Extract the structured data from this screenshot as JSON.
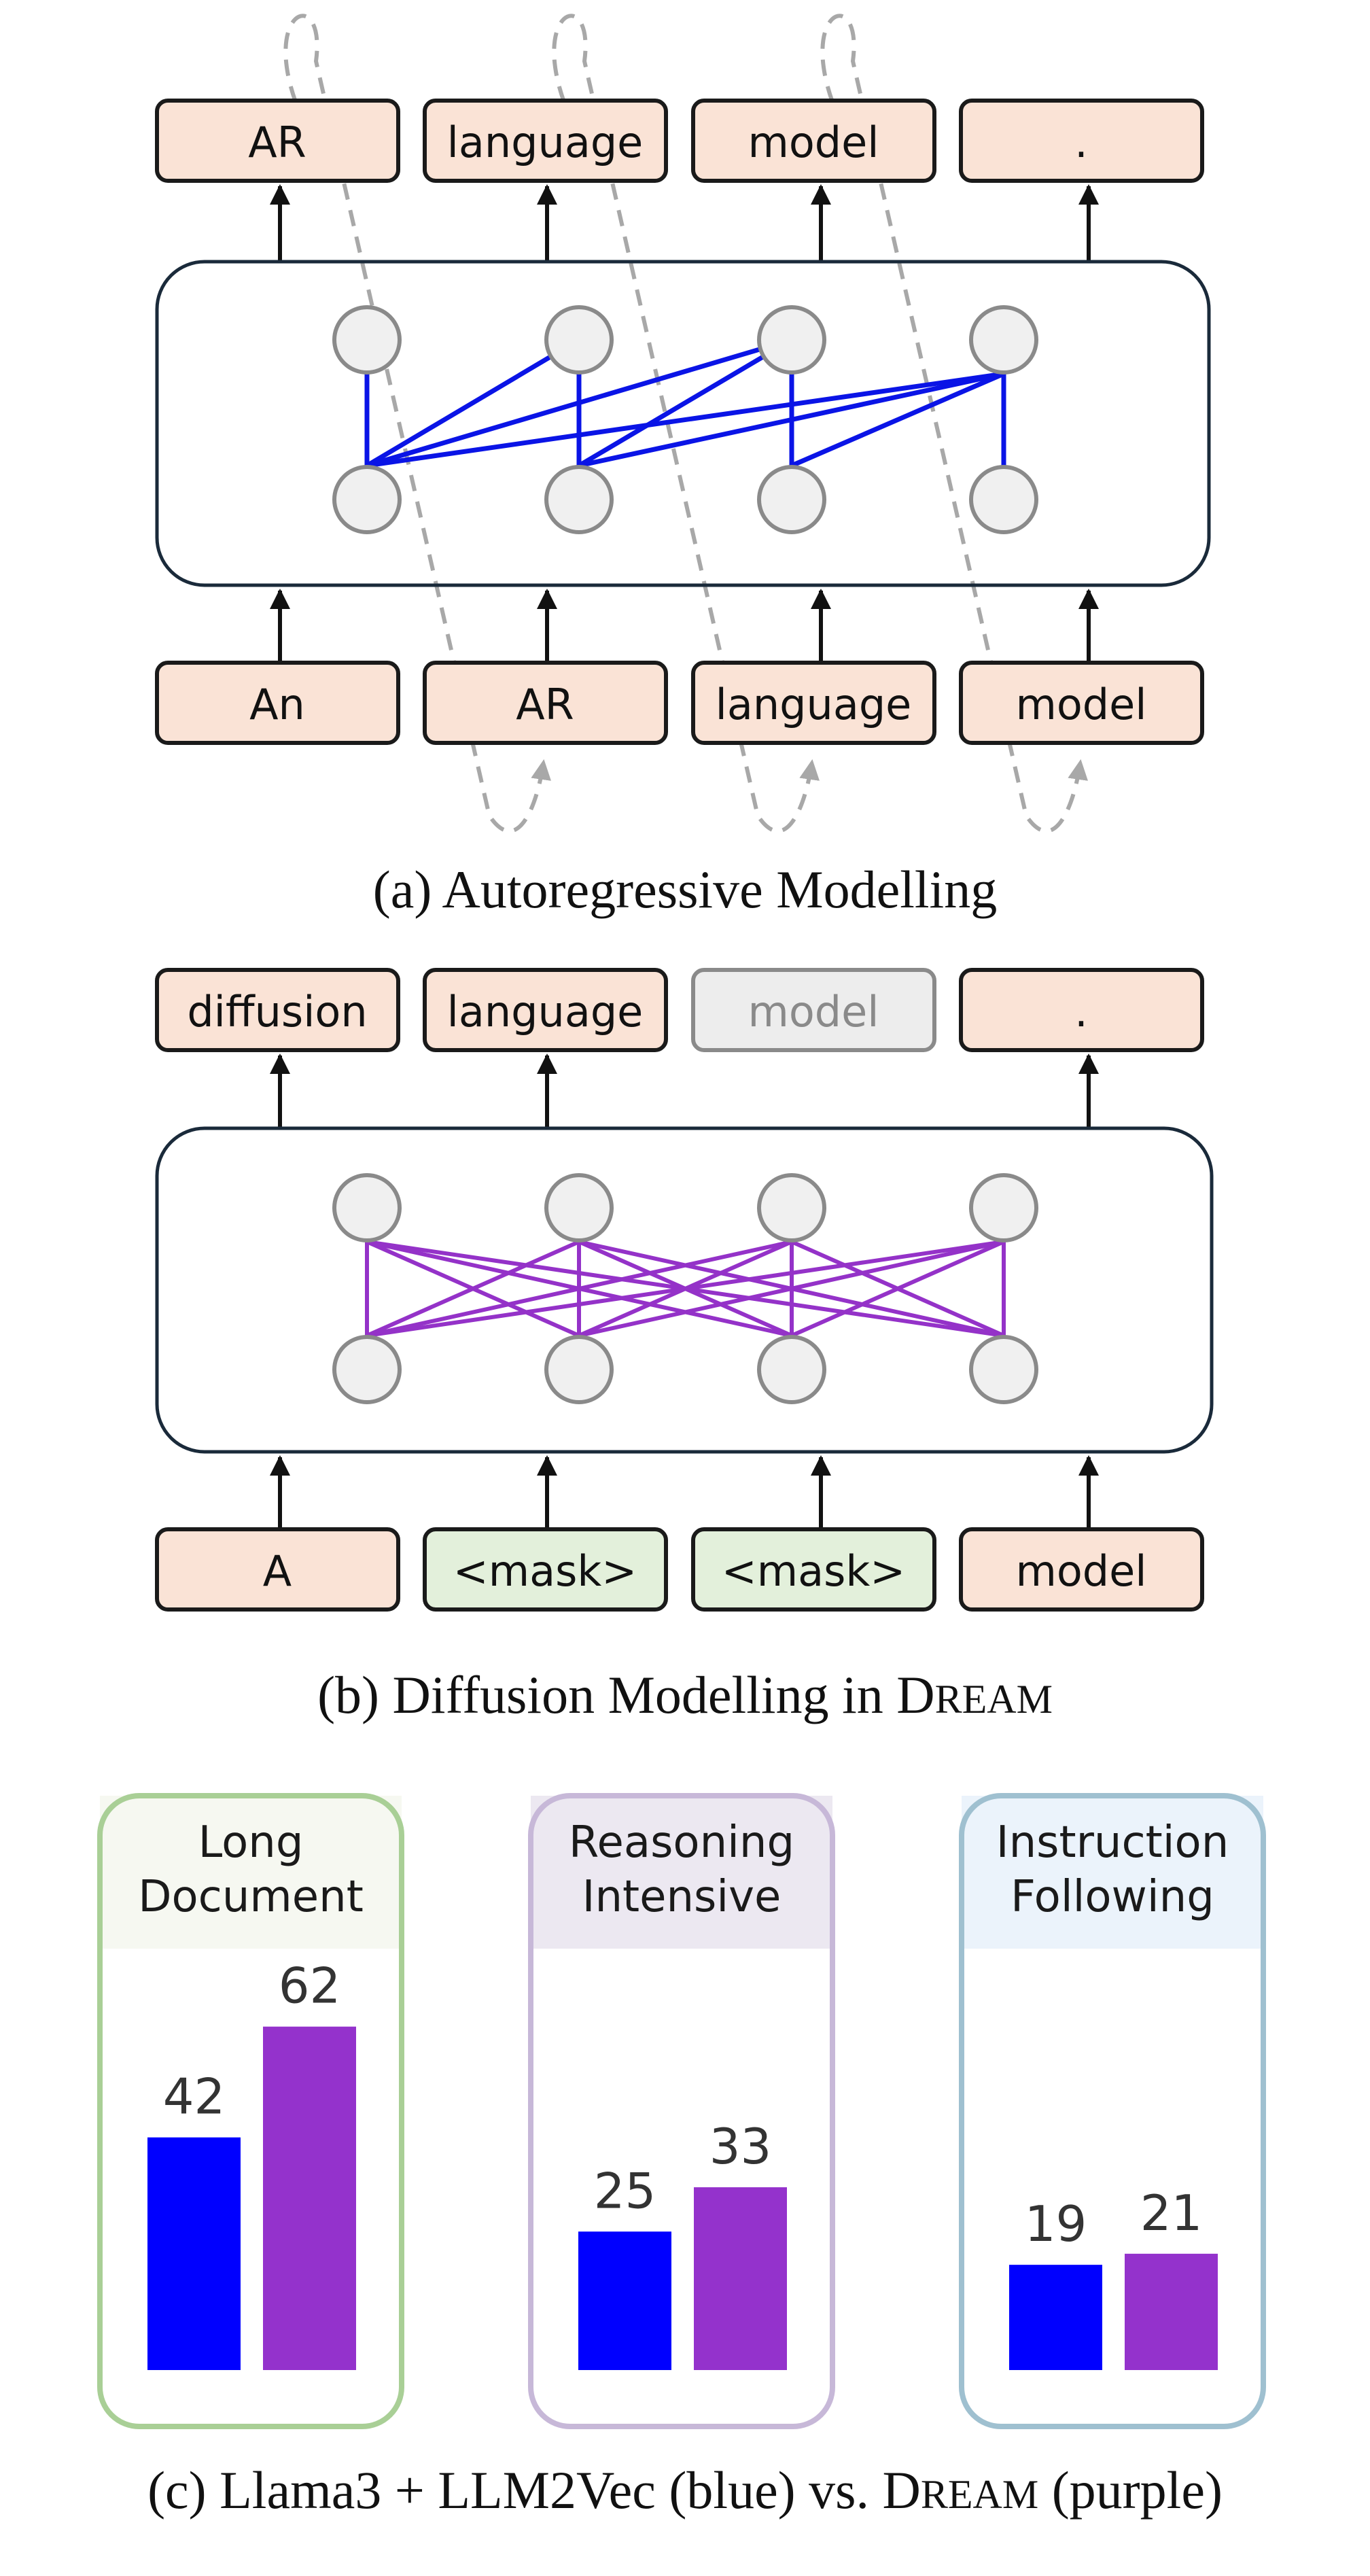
{
  "colors": {
    "token_fill": "#fae3d6",
    "token_stroke": "#1a1a1a",
    "mask_fill": "#e3f0db",
    "muted_fill": "#ededed",
    "muted_stroke": "#8a8a8a",
    "node_fill": "#f0f0f0",
    "node_stroke": "#8a8a8a",
    "ar_edge": "#0a14e6",
    "diff_edge": "#9432c8",
    "dashed": "#a8a8a8",
    "series_blue": "#0000ff",
    "series_purple": "#9432cc",
    "panel_green": "#a9cf96",
    "panel_purple": "#c7b8d8",
    "panel_blue": "#9fc0d0",
    "header_green": "#f6f8f1",
    "header_purple": "#ece8f1",
    "header_blue": "#ebf3fb"
  },
  "ar": {
    "outputs": [
      "AR",
      "language",
      "model",
      "."
    ],
    "inputs": [
      "An",
      "AR",
      "language",
      "model"
    ],
    "caption": "(a) Autoregressive Modelling"
  },
  "diffusion": {
    "outputs": [
      "diffusion",
      "language",
      "model",
      "."
    ],
    "inputs": [
      "A",
      "<mask>",
      "<mask>",
      "model"
    ],
    "caption_prefix": "(b) Diffusion Modelling in D",
    "caption_sc": "REAM"
  },
  "comparison": {
    "caption_a": "(c) Llama3 + LLM2Vec (blue) vs. D",
    "caption_sc": "REAM",
    "caption_b": " (purple)"
  },
  "chart_data": [
    {
      "type": "bar",
      "title": "Long Document",
      "series": [
        {
          "values": [
            42
          ]
        },
        {
          "values": [
            62
          ]
        }
      ]
    },
    {
      "type": "bar",
      "title": "Reasoning Intensive",
      "series": [
        {
          "values": [
            25
          ]
        },
        {
          "values": [
            33
          ]
        }
      ]
    },
    {
      "type": "bar",
      "title": "Instruction Following",
      "series": [
        {
          "values": [
            19
          ]
        },
        {
          "values": [
            21
          ]
        }
      ]
    }
  ]
}
